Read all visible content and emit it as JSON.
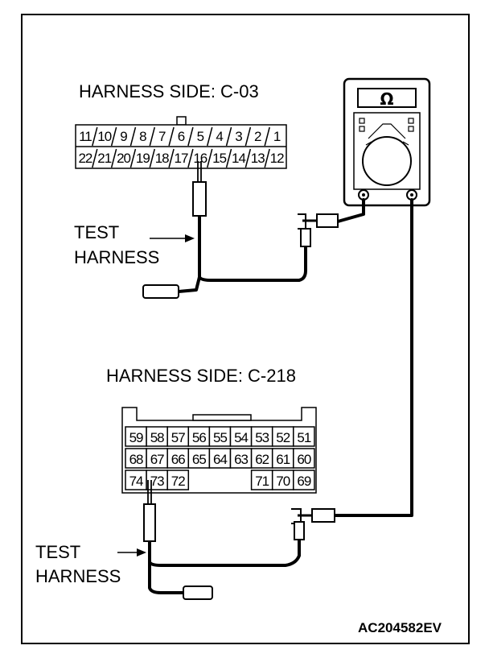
{
  "connector_a": {
    "title": "HARNESS SIDE: C-03",
    "row1": [
      "11",
      "10",
      "9",
      "8",
      "7",
      "6",
      "5",
      "4",
      "3",
      "2",
      "1"
    ],
    "row2": [
      "22",
      "21",
      "20",
      "19",
      "18",
      "17",
      "16",
      "15",
      "14",
      "13",
      "12"
    ]
  },
  "connector_b": {
    "title": "HARNESS SIDE: C-218",
    "row1": [
      "59",
      "58",
      "57",
      "56",
      "55",
      "54",
      "53",
      "52",
      "51"
    ],
    "row2": [
      "68",
      "67",
      "66",
      "65",
      "64",
      "63",
      "62",
      "61",
      "60"
    ],
    "row3": [
      "74",
      "73",
      "72",
      "",
      "",
      "",
      "71",
      "70",
      "69"
    ]
  },
  "test_harness_a": {
    "line1": "TEST",
    "line2": "HARNESS"
  },
  "test_harness_b": {
    "line1": "TEST",
    "line2": "HARNESS"
  },
  "ohmmeter": {
    "symbol": "Ω"
  },
  "figure_code": "AC204582EV"
}
